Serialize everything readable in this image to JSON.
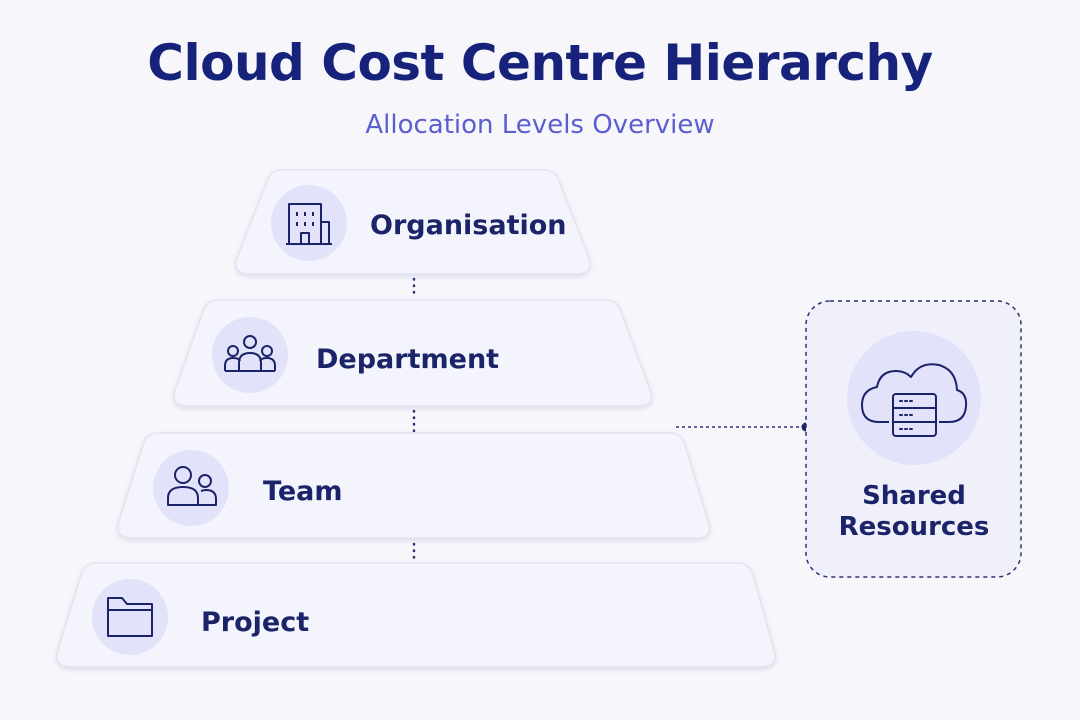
{
  "title": "Cloud Cost Centre Hierarchy",
  "subtitle": "Allocation Levels Overview",
  "levels": [
    {
      "label": "Organisation",
      "icon": "building-icon"
    },
    {
      "label": "Department",
      "icon": "group-icon"
    },
    {
      "label": "Team",
      "icon": "team-icon"
    },
    {
      "label": "Project",
      "icon": "folder-icon"
    }
  ],
  "shared": {
    "line1": "Shared",
    "line2": "Resources",
    "icon": "cloud-server-icon"
  },
  "colors": {
    "title": "#17237a",
    "subtitle": "#5b5fce",
    "label": "#1b2468",
    "tier_fill": "#f4f4fd",
    "icon_circle": "#e2e2fa",
    "connector": "#2a3270"
  }
}
